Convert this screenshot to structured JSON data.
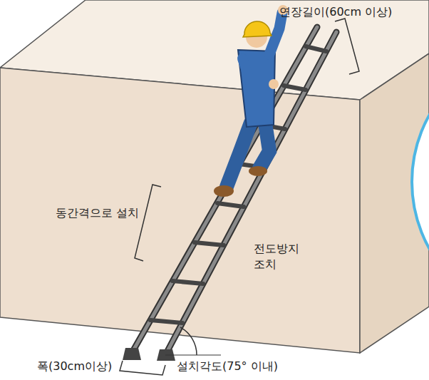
{
  "diagram": {
    "labels": [
      "연장길이(60cm 이상)",
      "동간격으로 설치",
      "전도방지 조치",
      "폭(30cm이상)",
      "설치각도(75° 이내)"
    ]
  }
}
